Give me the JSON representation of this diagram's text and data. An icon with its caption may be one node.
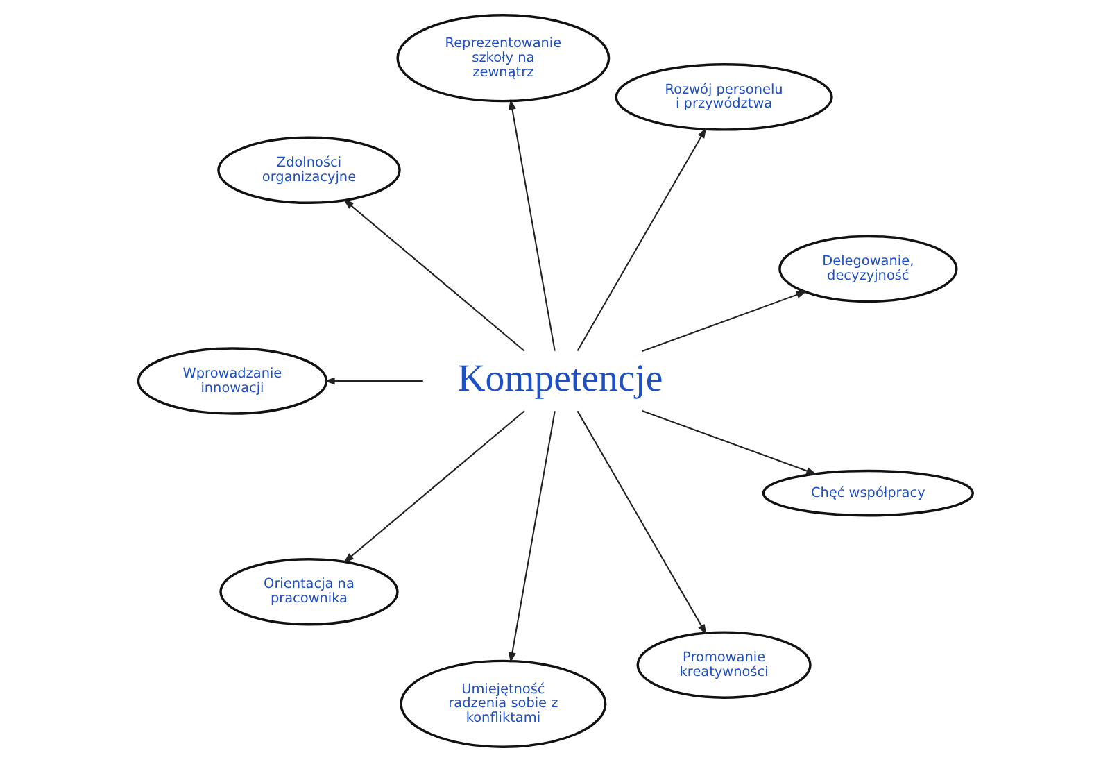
{
  "diagram": {
    "nodes": [
      {
        "text": [
          "Kompetencje"
        ]
      },
      {
        "text": [
          "Delegowanie, decyzyjność"
        ]
      },
      {
        "text": [
          "Rozwój personelu i przywództwa"
        ]
      },
      {
        "text": [
          "Reprezentowanie szkoły na zewnątrz"
        ]
      },
      {
        "text": [
          "Zdolności organizacyjne"
        ]
      },
      {
        "text": [
          "Wprowadzanie innowacji"
        ]
      },
      {
        "text": [
          "Orientacja na pracownika"
        ]
      },
      {
        "text": [
          "Umiejętność radzenia sobie z konfliktami"
        ]
      },
      {
        "text": [
          "Promowanie kreatywności"
        ]
      },
      {
        "text": [
          "Chęć współpracy"
        ]
      }
    ],
    "edges": [
      {
        "from": 0,
        "to": 1,
        "arrow": "to"
      },
      {
        "from": 0,
        "to": 3,
        "arrow": "to"
      },
      {
        "from": 0,
        "to": 5,
        "arrow": "to"
      },
      {
        "from": 0,
        "to": 7,
        "arrow": "to"
      },
      {
        "from": 0,
        "to": 9,
        "arrow": "to"
      },
      {
        "from": 0,
        "to": 8,
        "arrow": "to"
      },
      {
        "from": 0,
        "to": 6,
        "arrow": "to"
      },
      {
        "from": 0,
        "to": 4,
        "arrow": "to"
      },
      {
        "from": 0,
        "to": 2,
        "arrow": "to"
      }
    ]
  }
}
